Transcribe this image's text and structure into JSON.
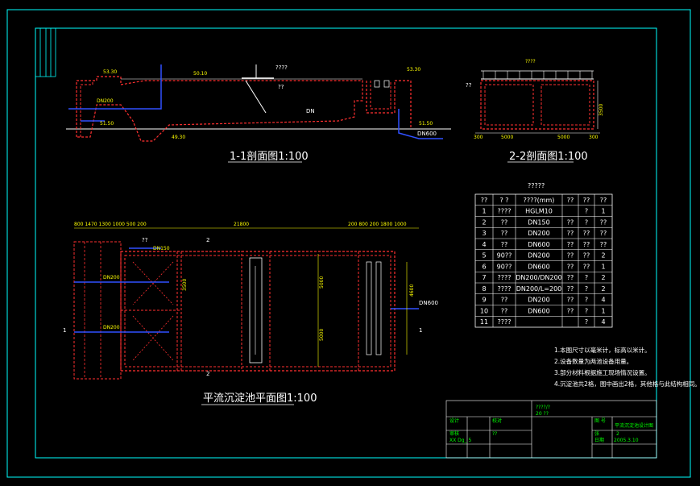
{
  "section11": {
    "title": "1-1剖面图1:100",
    "elev_left": "53.30",
    "elev_water": "50.10",
    "elev_right": "53.30",
    "pipe1": "DN200",
    "elev_pipe": "51.50",
    "elev_bottom": "49.30",
    "elev_outlet": "51.50",
    "pipe2": "DN600",
    "scraper": "????",
    "note1": "??",
    "note2": "DN",
    "colors": {
      "wall": "#ff3030",
      "pipe": "#3050ff",
      "text": "#ffff00"
    }
  },
  "section22": {
    "title": "2-2剖面图1:100",
    "top_label": "????",
    "left_label": "??",
    "dim1": "300",
    "dim2": "5000",
    "dim3": "5000",
    "dim_h": "3500"
  },
  "table": {
    "title": "?????",
    "headers": [
      "??",
      "?  ?",
      "????(mm)",
      "??",
      "??",
      "??"
    ],
    "rows": [
      [
        "1",
        "????",
        "HGLM10",
        "",
        "?",
        "1"
      ],
      [
        "2",
        "??",
        "DN150",
        "??",
        "?",
        "??"
      ],
      [
        "3",
        "??",
        "DN200",
        "??",
        "??",
        "??"
      ],
      [
        "4",
        "??",
        "DN600",
        "??",
        "??",
        "??"
      ],
      [
        "5",
        "90??",
        "DN200",
        "??",
        "??",
        "2"
      ],
      [
        "6",
        "90??",
        "DN600",
        "??",
        "??",
        "1"
      ],
      [
        "7",
        "????",
        "DN200/DN200",
        "??",
        "?",
        "2"
      ],
      [
        "8",
        "????",
        "DN200/L=200",
        "??",
        "?",
        "2"
      ],
      [
        "9",
        "??",
        "DN200",
        "??",
        "?",
        "4"
      ],
      [
        "10",
        "??",
        "DN600",
        "??",
        "?",
        "1"
      ],
      [
        "11",
        "????",
        "",
        "",
        "?",
        "4"
      ]
    ]
  },
  "plan": {
    "title": "平流沉淀池平面图1:100",
    "dims_left": "800 1470 1300 1000 500 200",
    "dims_mid": "21800",
    "dims_right": "200 800 200 1800 1000",
    "dim_v1": "5000",
    "dim_v2": "4600",
    "dim_v3": "3500",
    "pipe_dn150": "DN150",
    "pipe_dn200a": "DN200",
    "pipe_dn200b": "DN200",
    "pipe_dn600": "DN600",
    "label_q": "??",
    "mark_1": "1",
    "mark_2": "2"
  },
  "notes": [
    "1.本图尺寸以毫米计，标高以米计。",
    "2.设备数量为两池设备用量。",
    "3.部分材料根据施工现场情况设置。",
    "4.沉淀池共2格，图中画出2格，其他格与此结构相同。"
  ],
  "titleblock": {
    "project": "????/?",
    "project2": "20    ??",
    "c1": "设计",
    "c2": "审核",
    "c3": "XX  Dg_ 5",
    "c4": "校对",
    "c5": "??",
    "drawing": "图 号",
    "drawing_title": "平流沉淀池设计图",
    "sheet_label": "张",
    "sheet_no": "2",
    "date_label": "日期",
    "date": "2005.3.10"
  }
}
